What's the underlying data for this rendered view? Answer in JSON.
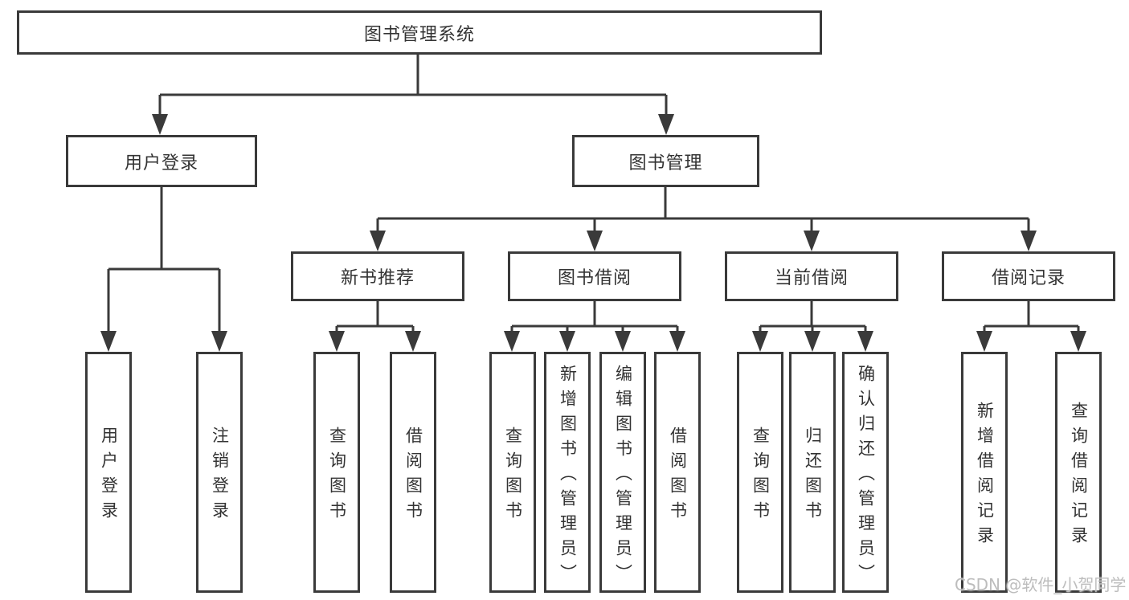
{
  "diagram": {
    "root": {
      "label": "图书管理系统"
    },
    "branches": [
      {
        "label": "用户登录",
        "children": [
          {
            "label": "用户登录"
          },
          {
            "label": "注销登录"
          }
        ]
      },
      {
        "label": "图书管理",
        "children": [
          {
            "label": "新书推荐",
            "children": [
              {
                "label": "查询图书"
              },
              {
                "label": "借阅图书"
              }
            ]
          },
          {
            "label": "图书借阅",
            "children": [
              {
                "label": "查询图书"
              },
              {
                "label": "新增图书（管理员）"
              },
              {
                "label": "编辑图书（管理员）"
              },
              {
                "label": "借阅图书"
              }
            ]
          },
          {
            "label": "当前借阅",
            "children": [
              {
                "label": "查询图书"
              },
              {
                "label": "归还图书"
              },
              {
                "label": "确认归还（管理员）"
              }
            ]
          },
          {
            "label": "借阅记录",
            "children": [
              {
                "label": "新增借阅记录"
              },
              {
                "label": "查询借阅记录"
              }
            ]
          }
        ]
      }
    ]
  },
  "watermark": {
    "text": "CSDN @软件_小贺同学"
  },
  "colors": {
    "line": "#3a3a3a",
    "text": "#333333",
    "watermark": "#bdbdbd",
    "background": "#ffffff"
  }
}
